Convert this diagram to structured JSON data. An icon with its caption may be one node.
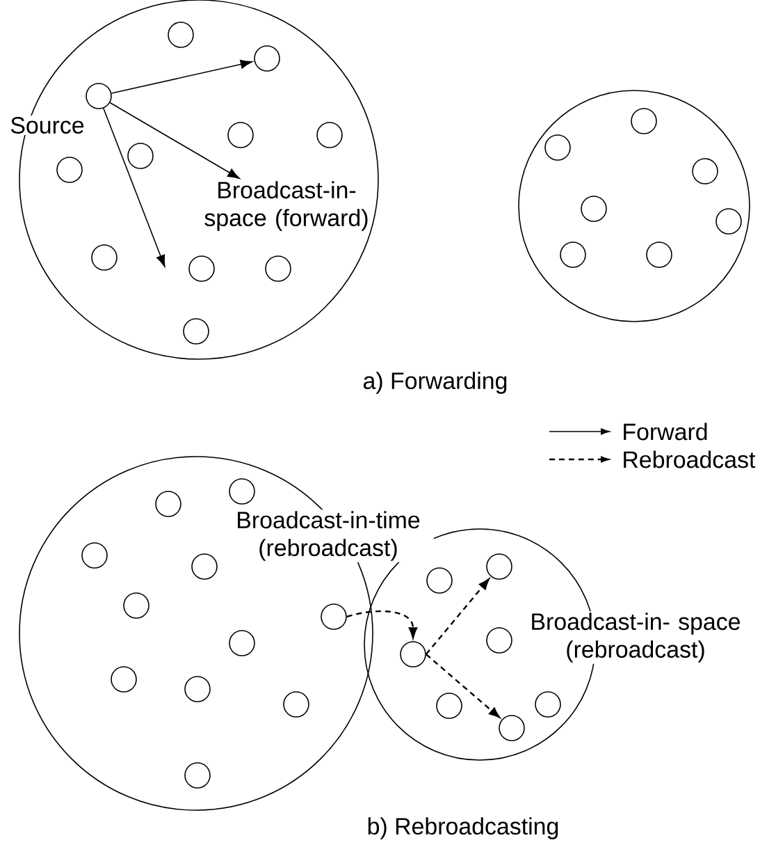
{
  "diagram": {
    "nodes": [
      {
        "text": [],
        "shape": "circle"
      },
      {
        "text": [],
        "shape": "circle",
        "in": 0
      },
      {
        "text": [],
        "shape": "circle",
        "in": 0
      },
      {
        "text": [],
        "shape": "circle",
        "in": 0,
        "beside": [
          "Source"
        ]
      },
      {
        "text": [],
        "shape": "circle",
        "in": 0
      },
      {
        "text": [],
        "shape": "circle",
        "in": 0
      },
      {
        "text": [],
        "shape": "circle",
        "in": 0
      },
      {
        "text": [],
        "shape": "circle",
        "in": 0
      },
      {
        "text": [],
        "shape": "circle",
        "in": 0
      },
      {
        "text": [],
        "shape": "circle",
        "in": 0
      },
      {
        "text": [],
        "shape": "circle",
        "in": 0
      },
      {
        "text": [],
        "shape": "circle",
        "in": 0
      },
      {
        "text": [],
        "shape": "circle"
      },
      {
        "text": [],
        "shape": "circle",
        "in": 12
      },
      {
        "text": [],
        "shape": "circle",
        "in": 12
      },
      {
        "text": [],
        "shape": "circle",
        "in": 12
      },
      {
        "text": [],
        "shape": "circle",
        "in": 12
      },
      {
        "text": [],
        "shape": "circle",
        "in": 12
      },
      {
        "text": [],
        "shape": "circle",
        "in": 12
      },
      {
        "text": [],
        "shape": "circle",
        "in": 12
      },
      {
        "text": [],
        "shape": "circle"
      },
      {
        "text": [],
        "shape": "circle",
        "in": 20
      },
      {
        "text": [],
        "shape": "circle",
        "in": 20
      },
      {
        "text": [],
        "shape": "circle",
        "in": 20
      },
      {
        "text": [],
        "shape": "circle",
        "in": 20
      },
      {
        "text": [],
        "shape": "circle",
        "in": 20
      },
      {
        "text": [],
        "shape": "circle",
        "in": 20
      },
      {
        "text": [],
        "shape": "circle",
        "in": 20
      },
      {
        "text": [],
        "shape": "circle",
        "in": 20
      },
      {
        "text": [],
        "shape": "circle",
        "in": 20
      },
      {
        "text": [],
        "shape": "circle",
        "in": 20
      },
      {
        "text": [],
        "shape": "circle",
        "in": 20
      },
      {
        "text": [],
        "shape": "circle"
      },
      {
        "text": [],
        "shape": "circle",
        "in": 32
      },
      {
        "text": [],
        "shape": "circle",
        "in": 32
      },
      {
        "text": [],
        "shape": "circle",
        "in": 32
      },
      {
        "text": [],
        "shape": "circle",
        "in": 32
      },
      {
        "text": [],
        "shape": "circle",
        "in": 32
      },
      {
        "text": [],
        "shape": "circle",
        "in": 32
      },
      {
        "text": [],
        "shape": "circle",
        "in": 32
      },
      {
        "text": [
          "Broadcast-in- space (forward)"
        ],
        "in": 0
      }
    ],
    "edges": [
      {
        "from": 3,
        "to": 2,
        "arrow": "to"
      },
      {
        "from": 3,
        "to": 40,
        "arrow": "to"
      },
      {
        "from": 3,
        "to": null,
        "arrow": "to"
      },
      {
        "from": 26,
        "to": 36,
        "arrow": "to",
        "style": "dashed"
      },
      {
        "from": 36,
        "to": 33,
        "arrow": "to",
        "style": "dashed"
      },
      {
        "from": 36,
        "to": 39,
        "arrow": "to",
        "style": "dashed"
      }
    ],
    "labels": [
      "a) Forwarding",
      "Broadcast-in-time (rebroadcast)",
      "Broadcast-in- space (rebroadcast)",
      "b) Rebroadcasting"
    ],
    "legend": [
      {
        "text": "Forward"
      },
      {
        "text": "Rebroadcast"
      }
    ]
  }
}
